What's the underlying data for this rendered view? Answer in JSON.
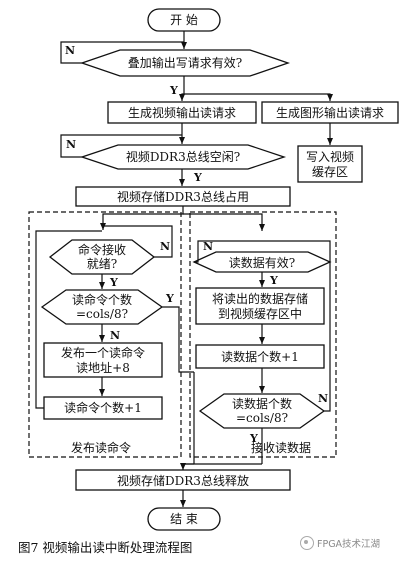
{
  "nodes": {
    "start": "开 始",
    "write_request_valid": "叠加输出写请求有效?",
    "gen_video_read_request": "生成视频输出读请求",
    "gen_graphic_read_request": "生成图形输出读请求",
    "ddr3_bus_idle": "视频DDR3总线空闲?",
    "write_video_buffer_line1": "写入视频",
    "write_video_buffer_line2": "缓存区",
    "ddr3_bus_occupied": "视频存储DDR3总线占用",
    "cmd_ready_line1": "命令接收",
    "cmd_ready_line2": "就绪?",
    "read_cmd_count_line1": "读命令个数",
    "read_cmd_count_line2": "=cols/8?",
    "issue_read_cmd_line1": "发布一个读命令",
    "issue_read_cmd_line2": "读地址+8",
    "read_cmd_count_inc": "读命令个数+1",
    "read_data_valid": "读数据有效?",
    "store_data_line1": "将读出的数据存储",
    "store_data_line2": "到视频缓存区中",
    "read_data_count_inc": "读数据个数+1",
    "read_data_count_line1": "读数据个数",
    "read_data_count_line2": "=cols/8?",
    "ddr3_bus_release": "视频存储DDR3总线释放",
    "end": "结 束"
  },
  "groups": {
    "issue_commands": "发布读命令",
    "receive_data": "接收读数据"
  },
  "branch_labels": {
    "yes": "Y",
    "no": "N"
  },
  "caption": "图7 视频输出读中断处理流程图",
  "watermark": "FPGA技术江湖"
}
